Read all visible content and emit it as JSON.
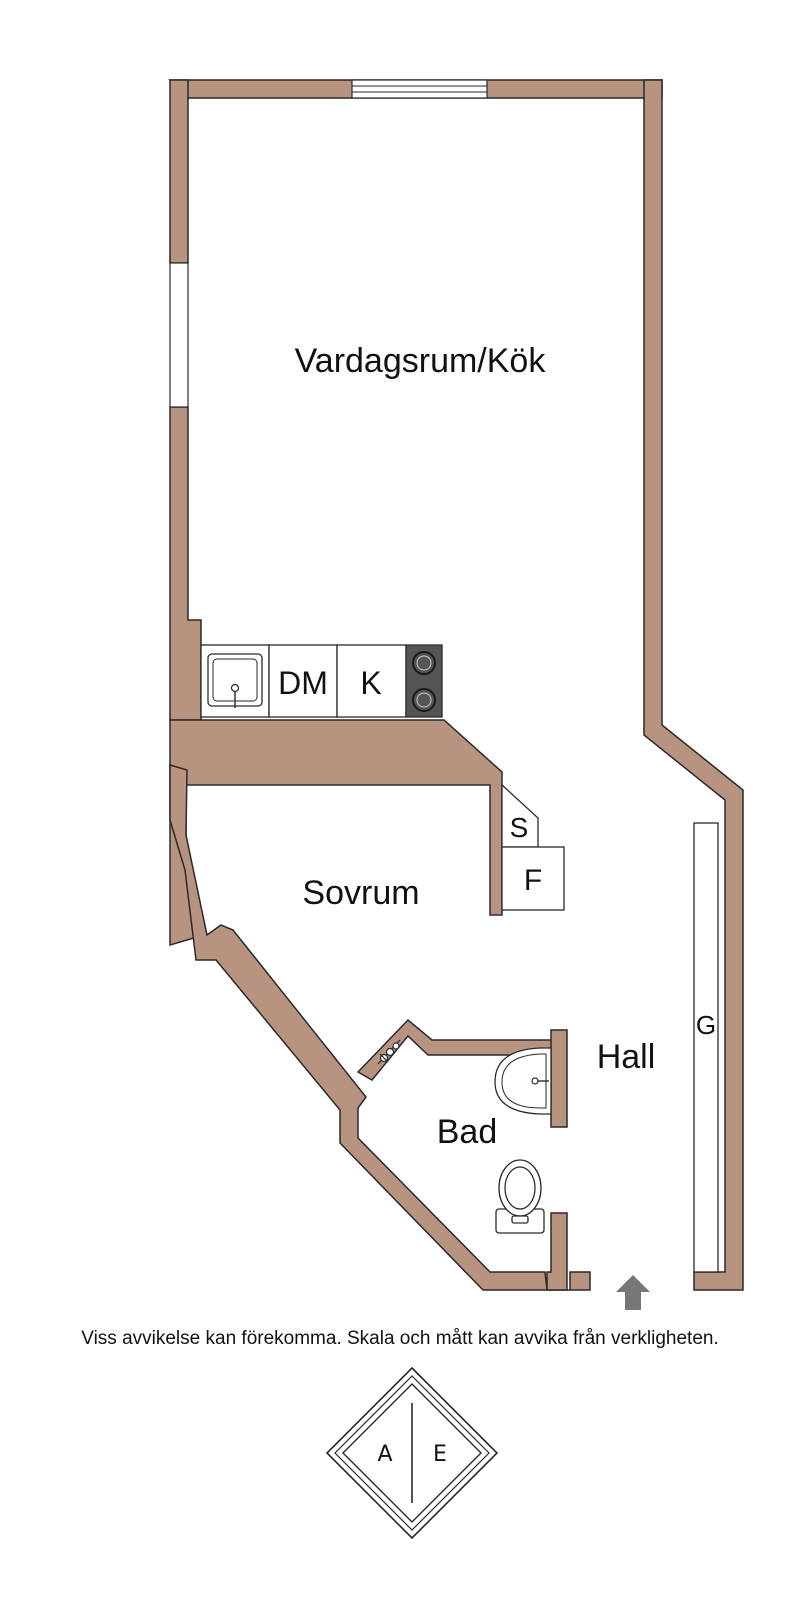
{
  "rooms": {
    "living_kitchen": "Vardagsrum/Kök",
    "bedroom": "Sovrum",
    "hall": "Hall",
    "bathroom": "Bad"
  },
  "fixtures": {
    "dishwasher": "DM",
    "fridge": "K",
    "wardrobe_s": "S",
    "wardrobe_f": "F",
    "wardrobe_g": "G"
  },
  "disclaimer": "Viss avvikelse kan förekomma. Skala och mått kan avvika från verkligheten.",
  "compass": {
    "left_letter": "A",
    "right_letter": "E"
  },
  "colors": {
    "wall": "#b8937f",
    "wall_outline": "#2a2a2a",
    "stove": "#555555",
    "entrance_arrow": "#777777"
  }
}
